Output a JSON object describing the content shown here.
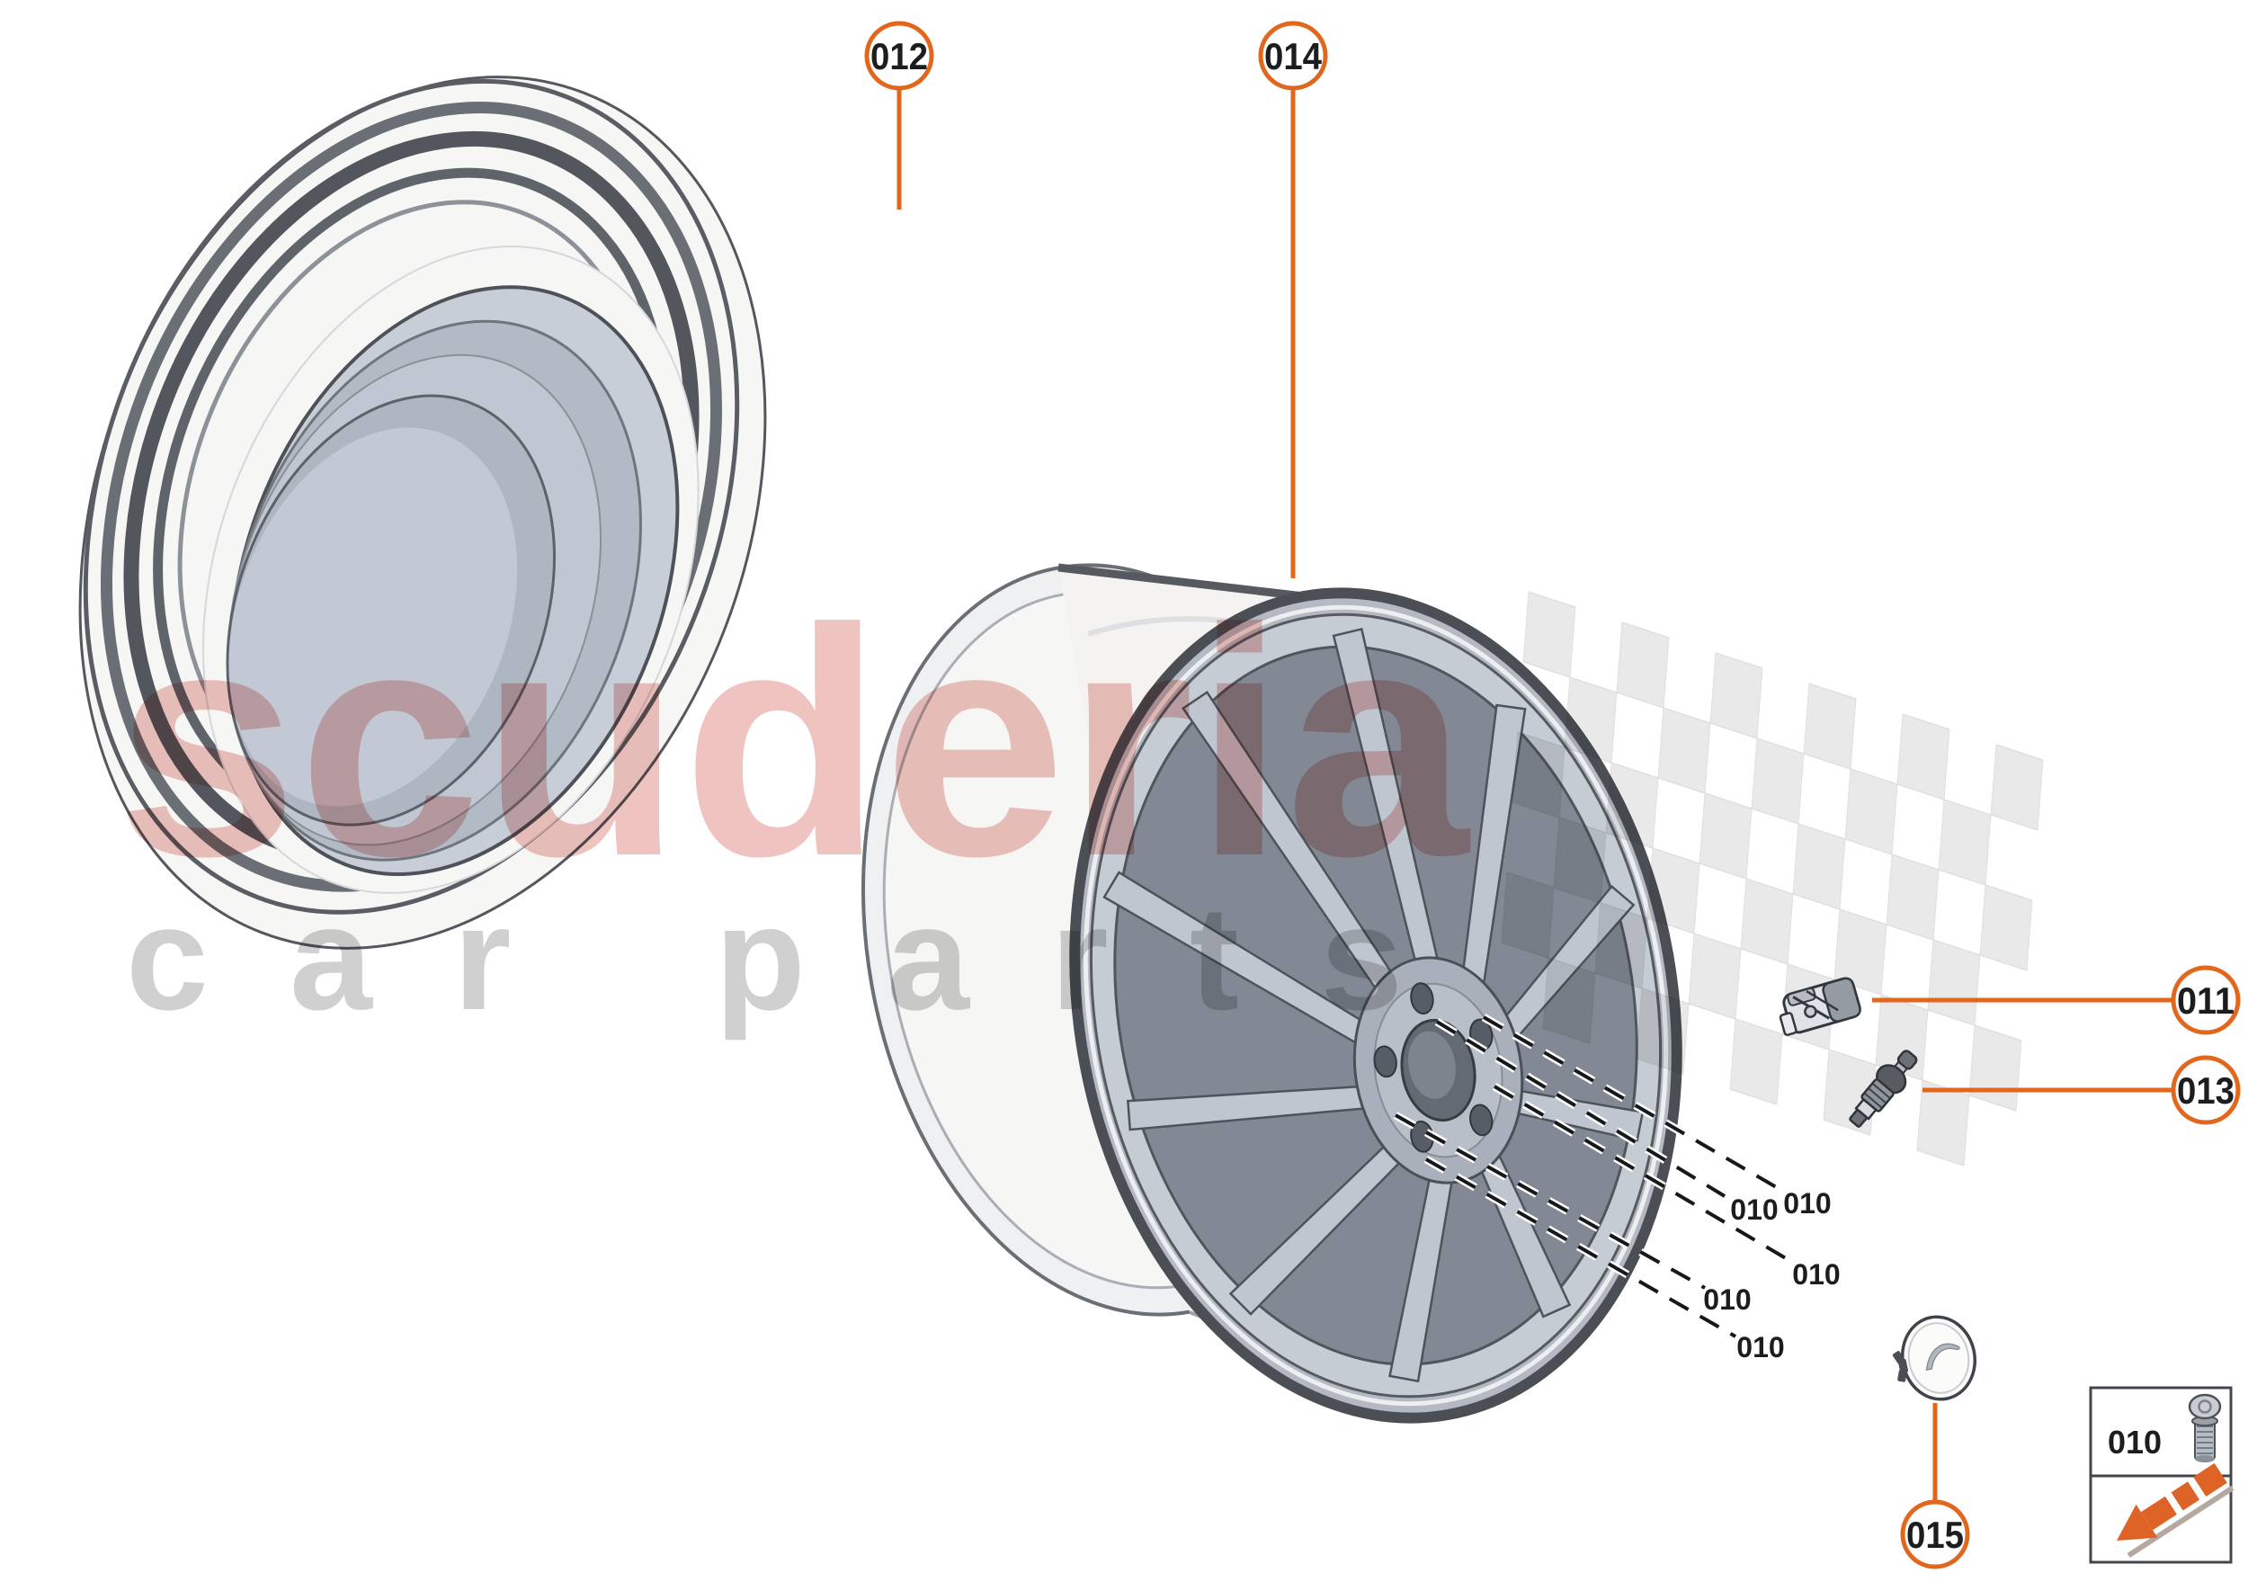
{
  "accent_color": "#e2661b",
  "watermark": {
    "brand": "scuderia",
    "tagline": "car parts",
    "brand_color": "#cf5048",
    "tagline_color": "#8a8a8a",
    "flag_color": "#dadada"
  },
  "callouts": [
    {
      "label": "012"
    },
    {
      "label": "014"
    },
    {
      "label": "011"
    },
    {
      "label": "013"
    },
    {
      "label": "015"
    }
  ],
  "fastener_labels": [
    "010",
    "010",
    "010",
    "010",
    "010"
  ],
  "legend": {
    "part_label": "010",
    "icons": [
      "wheel-bolt-icon",
      "fitment-arrow-icon"
    ]
  }
}
